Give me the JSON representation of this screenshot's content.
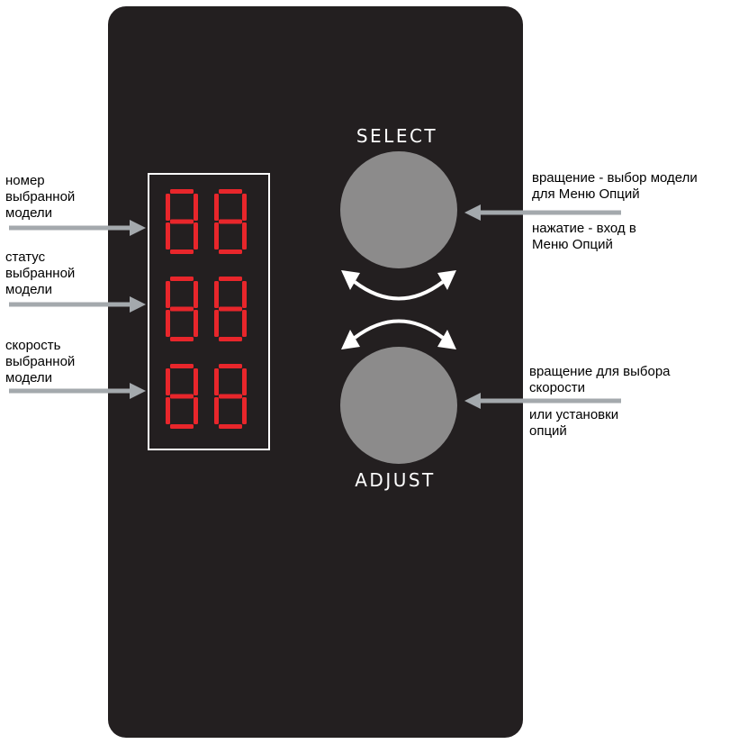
{
  "knobs": {
    "select": {
      "label": "SELECT"
    },
    "adjust": {
      "label": "ADJUST"
    }
  },
  "display": {
    "rows": [
      {
        "text": "88"
      },
      {
        "text": "88"
      },
      {
        "text": "88"
      }
    ],
    "segment_color": "#e8262b"
  },
  "captions": {
    "model_number": [
      "номер",
      "выбранной",
      "модели"
    ],
    "model_status": [
      "статус",
      "выбранной",
      "модели"
    ],
    "model_speed": [
      "скорость",
      "выбранной",
      "модели"
    ],
    "select_rotate": [
      "вращение - выбор модели",
      "для Меню Опций"
    ],
    "select_press": [
      "нажатие - вход в",
      "Меню Опций"
    ],
    "adjust_rotate": [
      "вращение для выбора",
      "скорости"
    ],
    "adjust_set": [
      "или установки",
      "опций"
    ]
  },
  "colors": {
    "panel": "#231f20",
    "knob": "#8c8b8b",
    "pointer_arrow": "#a4a9ad",
    "rotation_arrow": "#ffffff"
  }
}
